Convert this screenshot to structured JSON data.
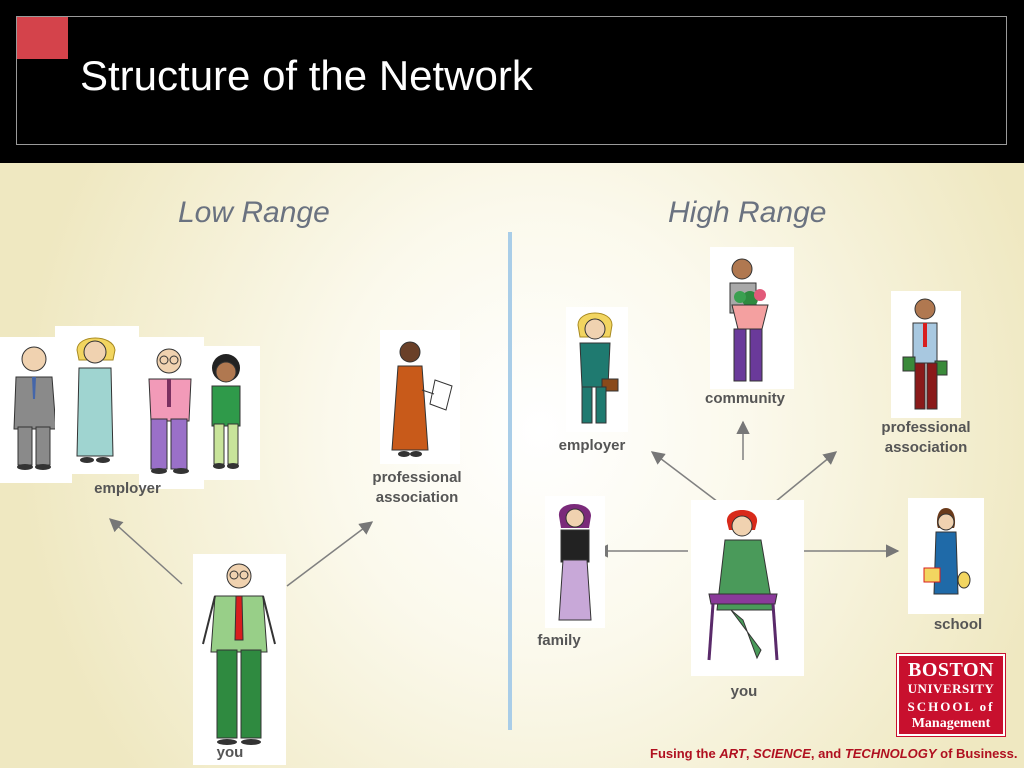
{
  "slide": {
    "title": "Structure of the Network",
    "accent_color": "#d4434b",
    "divider_color": "#a9cde8"
  },
  "low_range": {
    "heading": "Low Range",
    "nodes": {
      "employer": "employer",
      "professional_association": [
        "professional",
        "association"
      ],
      "you": "you"
    }
  },
  "high_range": {
    "heading": "High Range",
    "nodes": {
      "community": "community",
      "employer": "employer",
      "professional_association": [
        "professional",
        "association"
      ],
      "family": "family",
      "school": "school",
      "you": "you"
    }
  },
  "logo": {
    "line1": "BOSTON",
    "line2": "UNIVERSITY",
    "line3": "SCHOOL of",
    "line4": "Management"
  },
  "tagline": {
    "prefix": "Fusing the ",
    "art": "ART",
    "sep1": ", ",
    "science": "SCIENCE",
    "sep2": ", and ",
    "technology": "TECHNOLOGY",
    "suffix": " of Business."
  }
}
